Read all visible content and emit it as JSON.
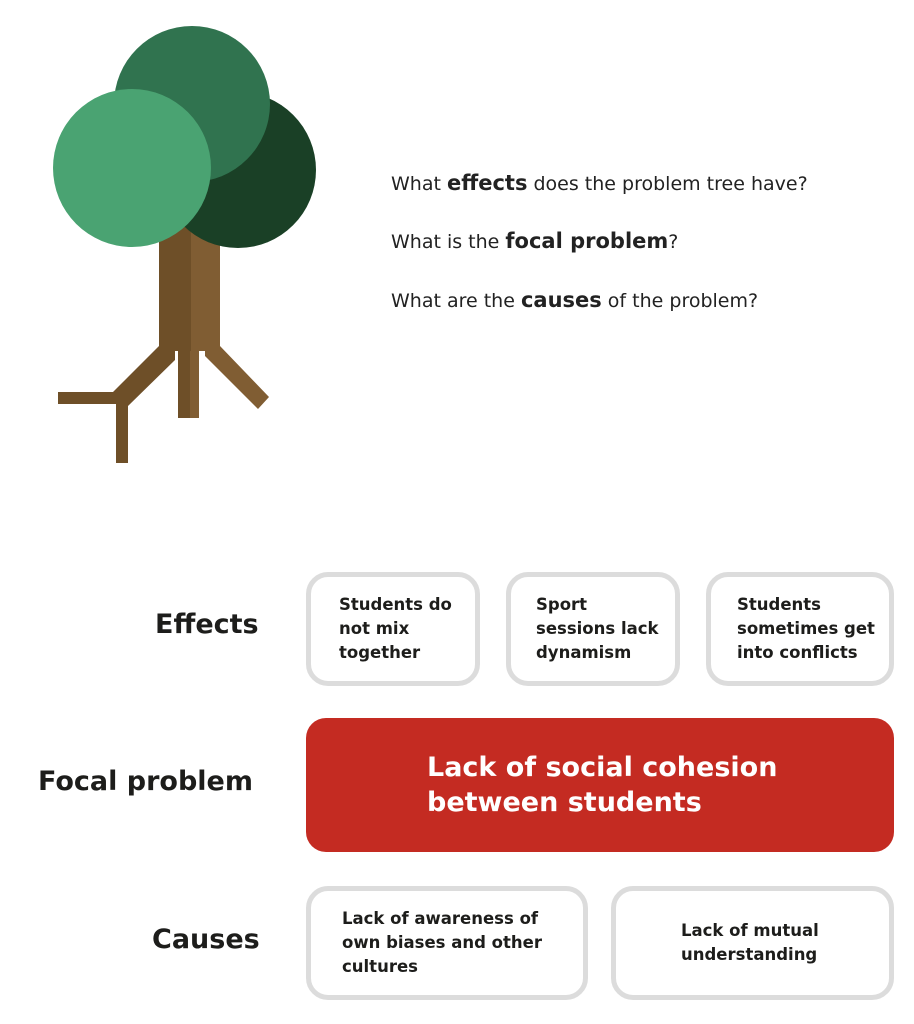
{
  "questions": [
    {
      "pre": "What ",
      "bold": "effects",
      "post": " does the problem tree have?"
    },
    {
      "pre": "What is the ",
      "bold": "focal problem",
      "post": "?"
    },
    {
      "pre": "What are the ",
      "bold": "causes",
      "post": " of the problem?"
    }
  ],
  "rows": {
    "effects_label": "Effects",
    "focal_label": "Focal problem",
    "causes_label": "Causes"
  },
  "effects": [
    "Students do not mix together",
    "Sport sessions lack dynamism",
    "Students sometimes get into conflicts"
  ],
  "focal_problem": "Lack of social cohesion between students",
  "causes": [
    "Lack of awareness of own biases and other cultures",
    "Lack of mutual understanding"
  ],
  "colors": {
    "focal_bg": "#c42b22",
    "box_border": "#dcdcdc",
    "leaf_light": "#4aa372",
    "leaf_mid": "#30734f",
    "leaf_dark": "#1a4026",
    "trunk_dark": "#6e4f28",
    "trunk_light": "#805d33"
  }
}
